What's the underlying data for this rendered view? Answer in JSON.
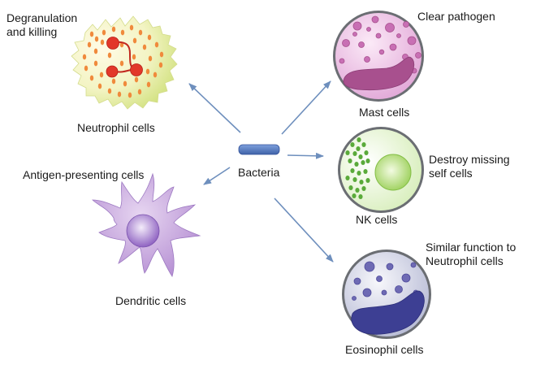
{
  "center": {
    "label": "Bacteria"
  },
  "cells": {
    "neutrophil": {
      "name": "Neutrophil cells",
      "function": "Degranulation\nand killing"
    },
    "mast": {
      "name": "Mast cells",
      "function": "Clear pathogen"
    },
    "nk": {
      "name": "NK cells",
      "function": "Destroy missing\nself cells"
    },
    "dendritic": {
      "name": "Dendritic cells",
      "function": "Antigen-presenting cells"
    },
    "eosinophil": {
      "name": "Eosinophil cells",
      "function": "Similar function to\nNeutrophil cells"
    }
  },
  "colors": {
    "arrow": "#6e8fbd",
    "bacteria": "#5b7fc4",
    "neutrophil_body": "#e8ef9a",
    "neutrophil_nucleus": "#e2372a",
    "mast_body": "#efc8ea",
    "mast_nucleus": "#a8508e",
    "nk_body": "#e9f5cf",
    "nk_granule": "#5aaa3a",
    "nk_nucleus": "#a8d86a",
    "dendritic_body": "#c7a6dd",
    "dendritic_nucleus": "#8f63c2",
    "eosinophil_body": "#d6d9ec",
    "eosinophil_nucleus": "#3d3f93"
  }
}
